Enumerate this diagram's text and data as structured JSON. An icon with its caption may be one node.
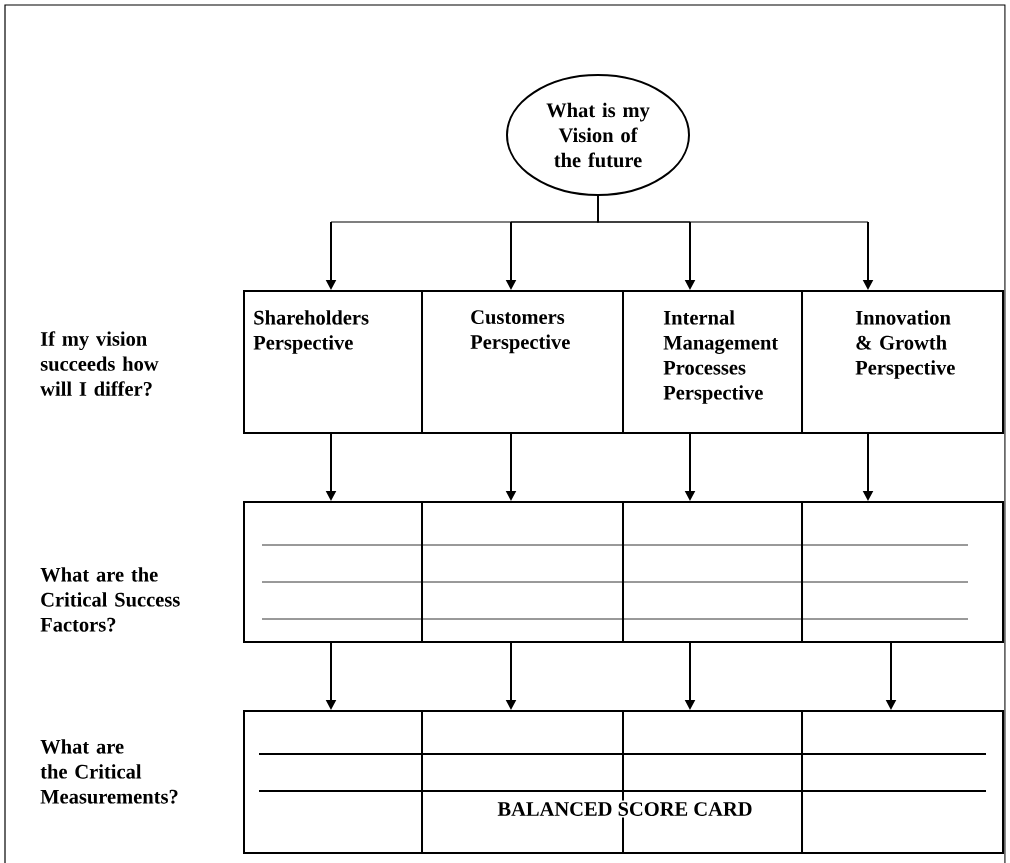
{
  "diagram": {
    "nodes": [
      {
        "text": [
          "What is my Vision of the future"
        ]
      },
      {
        "text": [
          "Shareholders Perspective"
        ]
      },
      {
        "text": [
          "Customers Perspective"
        ]
      },
      {
        "text": [
          "Internal Management Processes Perspective"
        ]
      },
      {
        "text": [
          "Innovation & Growth Perspective"
        ]
      },
      {
        "text": [],
        "shape": "box"
      },
      {
        "text": [],
        "shape": "box"
      },
      {
        "text": [],
        "shape": "box"
      },
      {
        "text": [],
        "shape": "box"
      },
      {
        "text": [],
        "shape": "box"
      },
      {
        "text": [],
        "shape": "box"
      },
      {
        "text": [],
        "shape": "box"
      },
      {
        "text": [],
        "shape": "box"
      }
    ],
    "edges": [
      {
        "from": 0,
        "to": 1,
        "arrow": "to"
      },
      {
        "from": 0,
        "to": 2,
        "arrow": "to"
      },
      {
        "from": 0,
        "to": 3,
        "arrow": "to"
      },
      {
        "from": 0,
        "to": 4,
        "arrow": "to"
      },
      {
        "from": 1,
        "to": 5,
        "arrow": "to"
      },
      {
        "from": 2,
        "to": 6,
        "arrow": "to"
      },
      {
        "from": 3,
        "to": 7,
        "arrow": "to"
      },
      {
        "from": 4,
        "to": 8,
        "arrow": "to"
      },
      {
        "from": 5,
        "to": 9,
        "arrow": "to"
      },
      {
        "from": 6,
        "to": 10,
        "arrow": "to"
      },
      {
        "from": 7,
        "to": 11,
        "arrow": "to"
      },
      {
        "from": 8,
        "to": 12,
        "arrow": "to"
      }
    ],
    "labels": [
      "If my vision succeeds how will I differ?",
      "What are the Critical Success Factors?",
      "What are the Critical Measurements?",
      "BALANCED SCORE CARD"
    ]
  }
}
